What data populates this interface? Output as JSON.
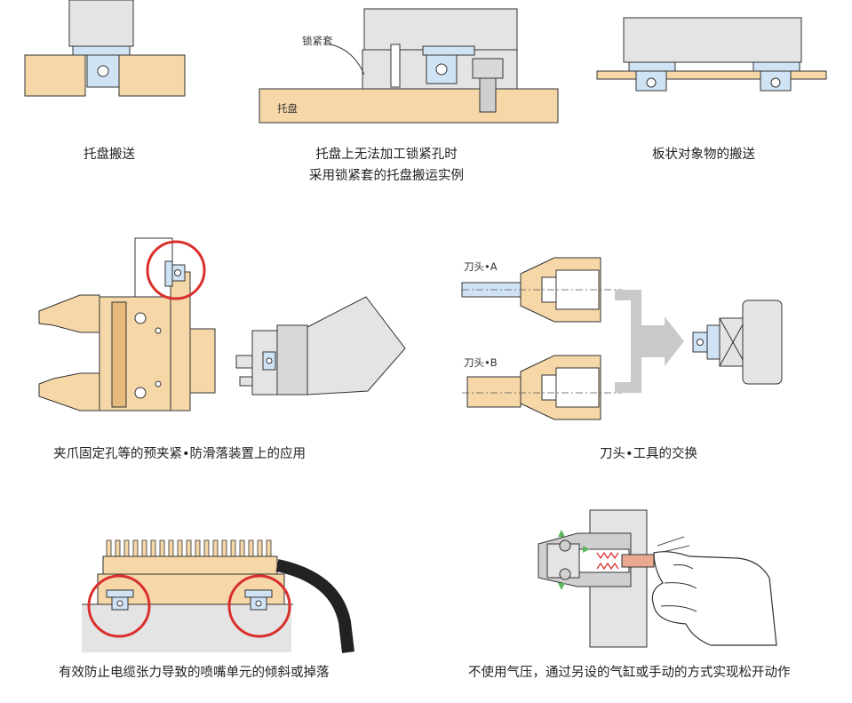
{
  "panels": {
    "pallet_transfer": {
      "caption": "托盘搬送"
    },
    "lock_sleeve": {
      "label_sleeve": "锁紧套",
      "label_pallet": "托盘",
      "caption_line1": "托盘上无法加工锁紧孔时",
      "caption_line2": "采用锁紧套的托盘搬运实例"
    },
    "plate_transfer": {
      "caption": "板状对象物的搬送"
    },
    "gripper": {
      "caption": "夹爪固定孔等的预夹紧•防滑落装置上的应用"
    },
    "tool_change": {
      "label_a": "刀头•A",
      "label_b": "刀头•B",
      "caption": "刀头•工具的交换"
    },
    "nozzle_unit": {
      "caption": "有效防止电缆张力导致的喷嘴单元的倾斜或掉落"
    },
    "manual": {
      "caption": "不使用气压，通过另设的气缸或手动的方式实现松开动作"
    }
  },
  "colors": {
    "tan": "#f5d7a8",
    "tan_dark": "#e6b97c",
    "blue": "#cfe3f5",
    "gray": "#e4e4e4",
    "gray_dark": "#cfcfcf",
    "red": "#d9302c",
    "arrow_gray": "#c9c9c9",
    "green": "#5cb85c",
    "copper": "#e8a98e"
  }
}
